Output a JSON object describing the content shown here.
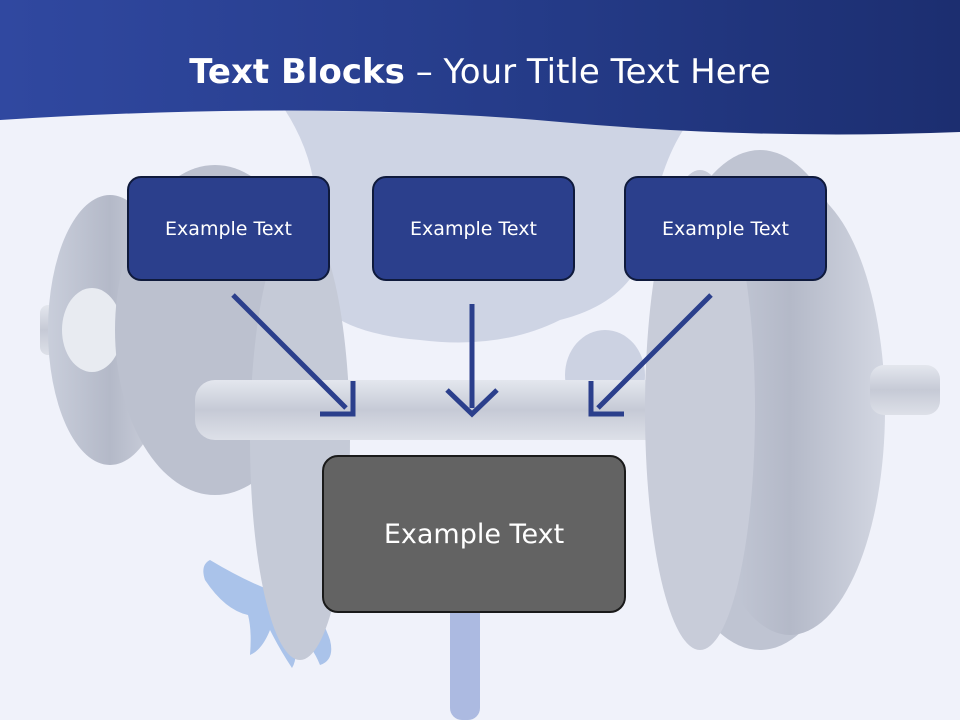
{
  "title": {
    "bold": "Text Blocks",
    "dash": " – ",
    "rest": "Your Title Text Here"
  },
  "blocks": [
    {
      "label": "Example Text"
    },
    {
      "label": "Example Text"
    },
    {
      "label": "Example Text"
    }
  ],
  "result": {
    "label": "Example Text"
  },
  "colors": {
    "header": "#27398a",
    "block_fill": "#2b3f8c",
    "result_fill": "#636363",
    "arrow": "#2b3f8c"
  },
  "icons": [
    "dumbbell-illustration",
    "frog-illustration",
    "arrow-down-right-icon",
    "arrow-down-icon",
    "arrow-down-left-icon"
  ]
}
